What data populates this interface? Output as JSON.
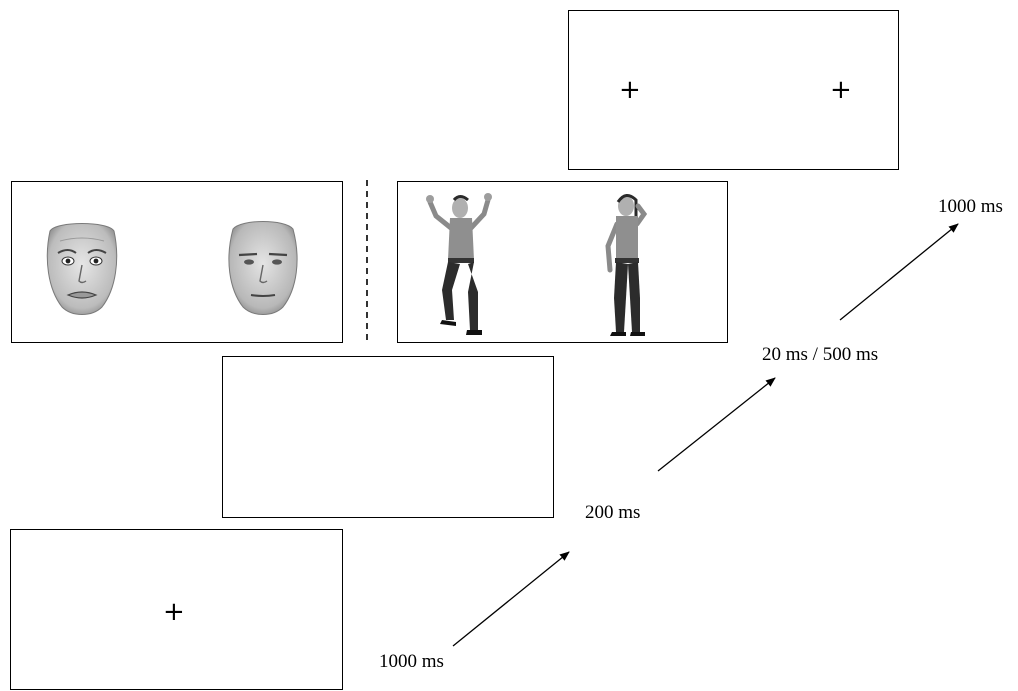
{
  "diagram": {
    "fixation_symbol": "+",
    "timings": {
      "fixation": "1000 ms",
      "blank": "200 ms",
      "stimulus": "20 ms / 500 ms",
      "response": "1000 ms"
    },
    "conditions": [
      "faces",
      "bodies"
    ],
    "stimulus_pairs": {
      "faces": [
        "fearful-face",
        "neutral-face"
      ],
      "bodies": [
        "fearful-body",
        "neutral-body"
      ]
    }
  }
}
